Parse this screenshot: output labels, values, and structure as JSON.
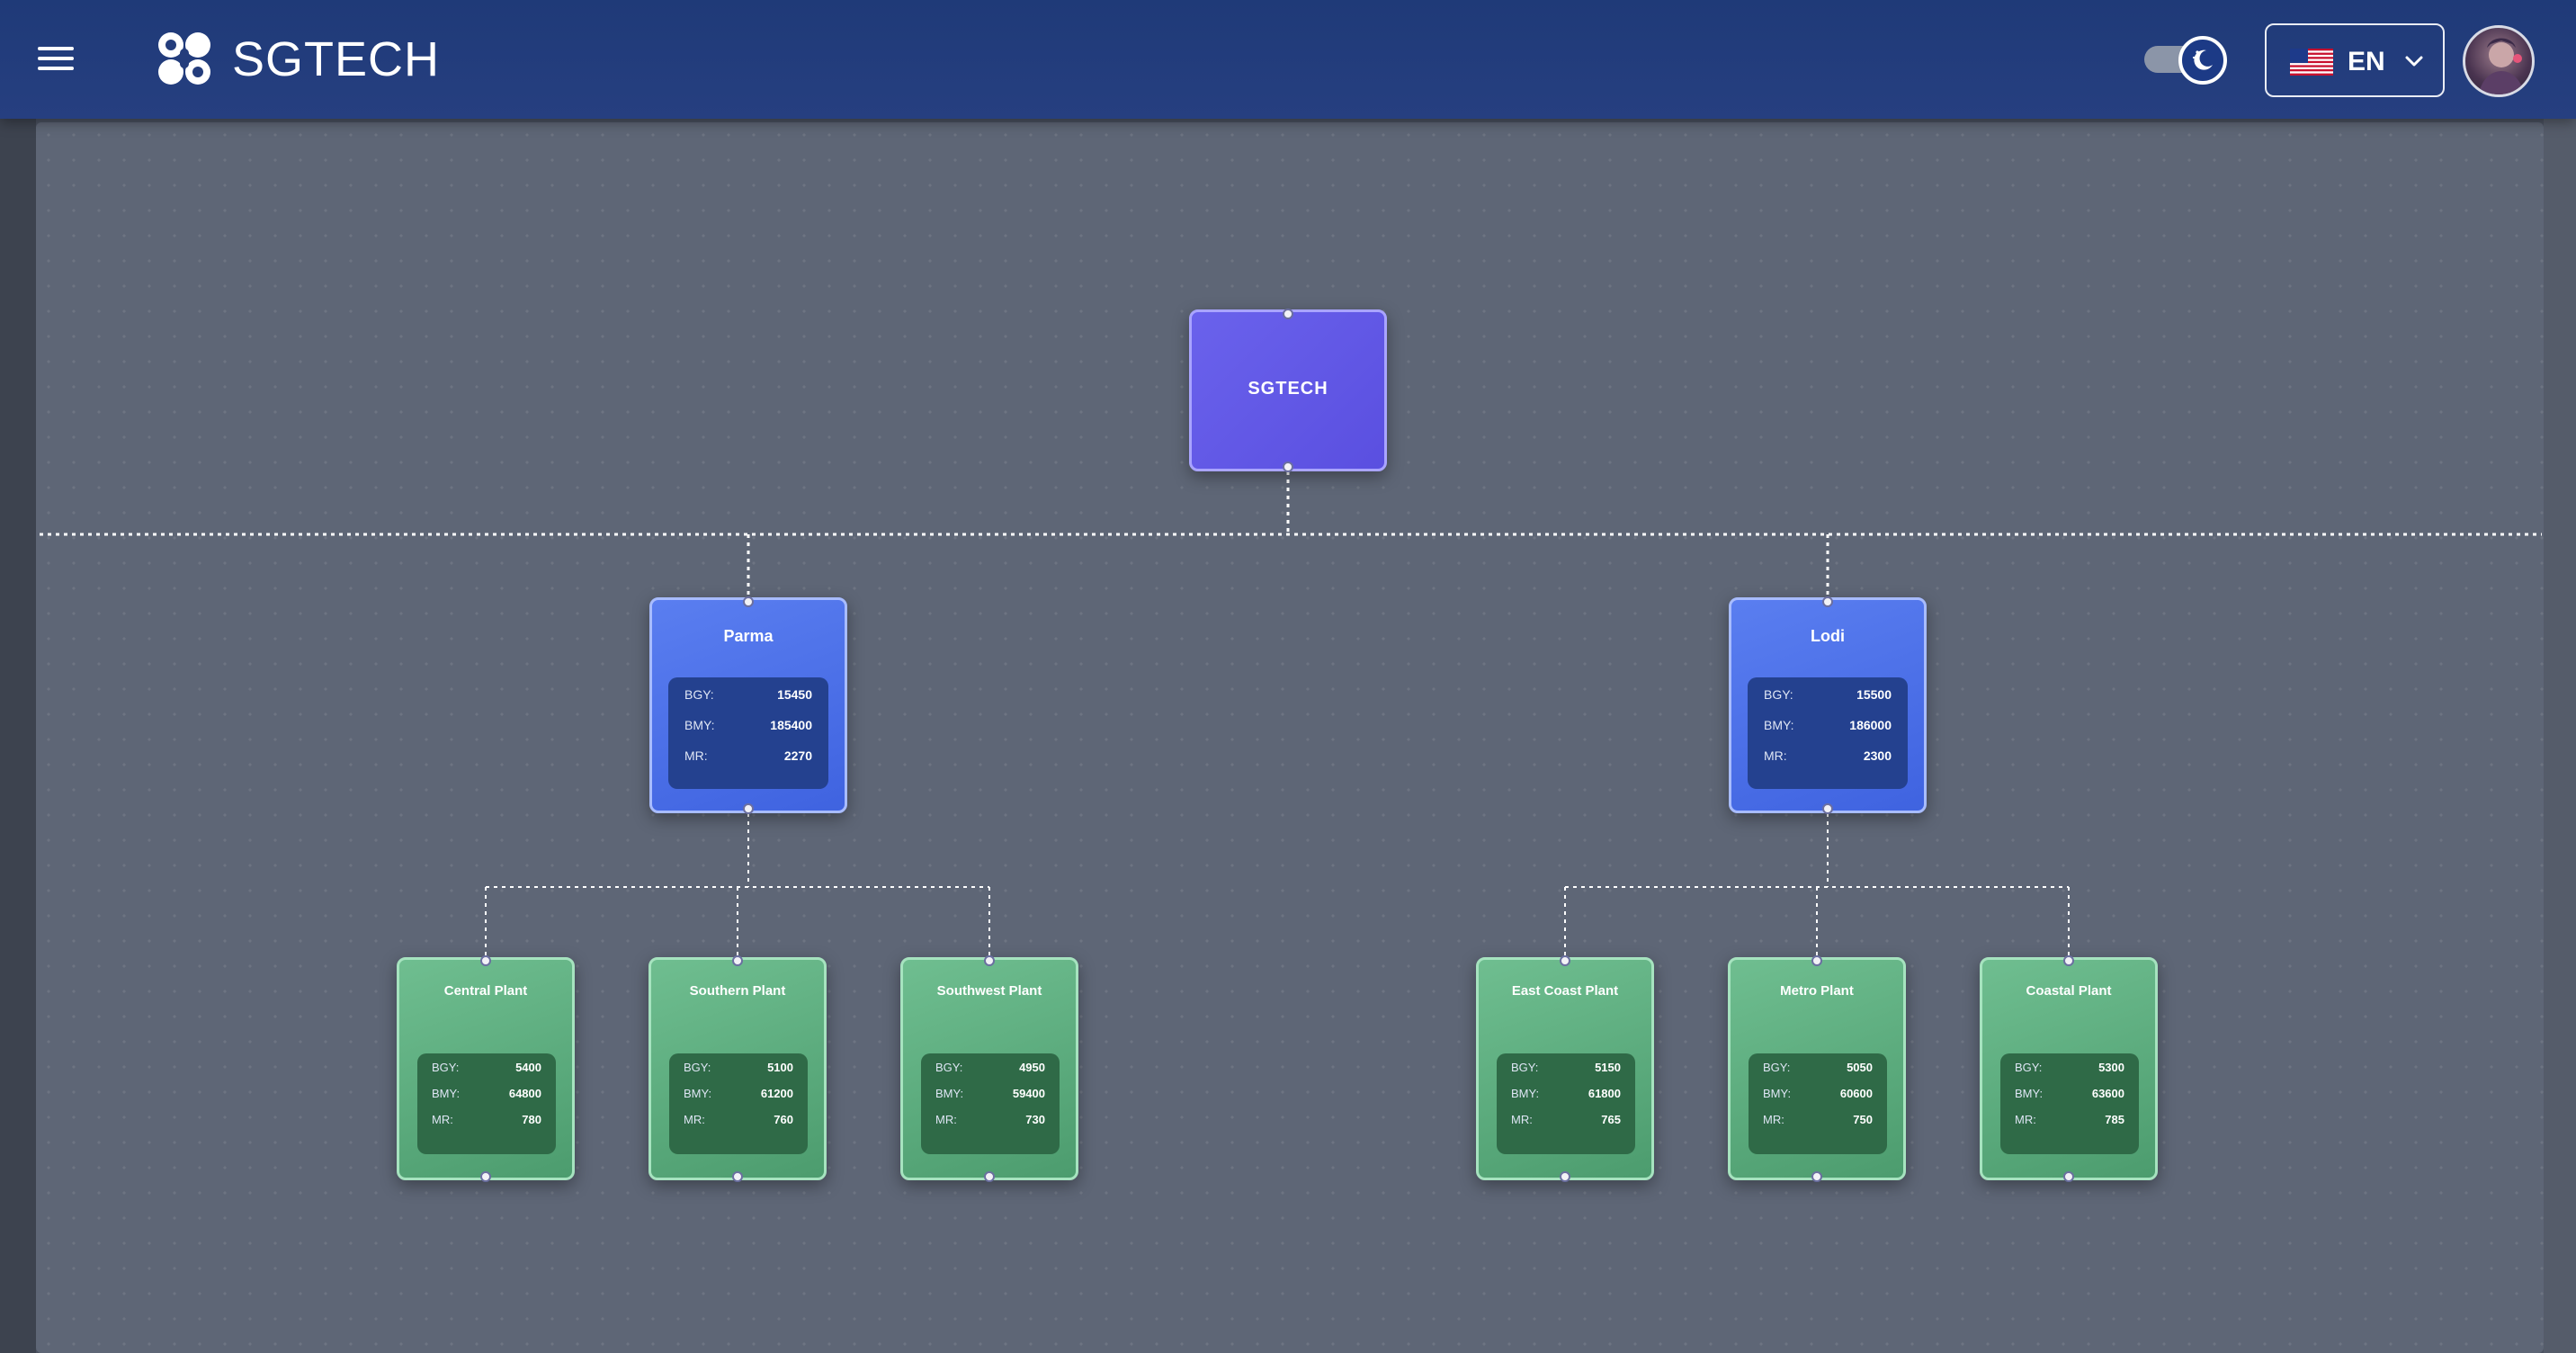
{
  "header": {
    "brand": "SGTECH",
    "language": {
      "code": "EN",
      "flag_icon": "us-flag-icon"
    },
    "theme_toggle": {
      "state": "dark",
      "icon": "moon-icon"
    }
  },
  "tree": {
    "root": {
      "name": "SGTECH"
    },
    "regions": [
      {
        "name": "Parma",
        "stats": [
          {
            "label": "BGY:",
            "value": "15450"
          },
          {
            "label": "BMY:",
            "value": "185400"
          },
          {
            "label": "MR:",
            "value": "2270"
          }
        ],
        "plants": [
          {
            "name": "Central Plant",
            "stats": [
              {
                "label": "BGY:",
                "value": "5400"
              },
              {
                "label": "BMY:",
                "value": "64800"
              },
              {
                "label": "MR:",
                "value": "780"
              }
            ]
          },
          {
            "name": "Southern Plant",
            "stats": [
              {
                "label": "BGY:",
                "value": "5100"
              },
              {
                "label": "BMY:",
                "value": "61200"
              },
              {
                "label": "MR:",
                "value": "760"
              }
            ]
          },
          {
            "name": "Southwest Plant",
            "stats": [
              {
                "label": "BGY:",
                "value": "4950"
              },
              {
                "label": "BMY:",
                "value": "59400"
              },
              {
                "label": "MR:",
                "value": "730"
              }
            ]
          }
        ]
      },
      {
        "name": "Lodi",
        "stats": [
          {
            "label": "BGY:",
            "value": "15500"
          },
          {
            "label": "BMY:",
            "value": "186000"
          },
          {
            "label": "MR:",
            "value": "2300"
          }
        ],
        "plants": [
          {
            "name": "East Coast Plant",
            "stats": [
              {
                "label": "BGY:",
                "value": "5150"
              },
              {
                "label": "BMY:",
                "value": "61800"
              },
              {
                "label": "MR:",
                "value": "765"
              }
            ]
          },
          {
            "name": "Metro Plant",
            "stats": [
              {
                "label": "BGY:",
                "value": "5050"
              },
              {
                "label": "BMY:",
                "value": "60600"
              },
              {
                "label": "MR:",
                "value": "750"
              }
            ]
          },
          {
            "name": "Coastal Plant",
            "stats": [
              {
                "label": "BGY:",
                "value": "5300"
              },
              {
                "label": "BMY:",
                "value": "63600"
              },
              {
                "label": "MR:",
                "value": "785"
              }
            ]
          }
        ]
      }
    ]
  },
  "colors": {
    "header": "#1f3a78",
    "root_node": "#5a4fe0",
    "region_node": "#3f63e0",
    "plant_node": "#4c9c6e",
    "canvas": "#5e6676"
  }
}
